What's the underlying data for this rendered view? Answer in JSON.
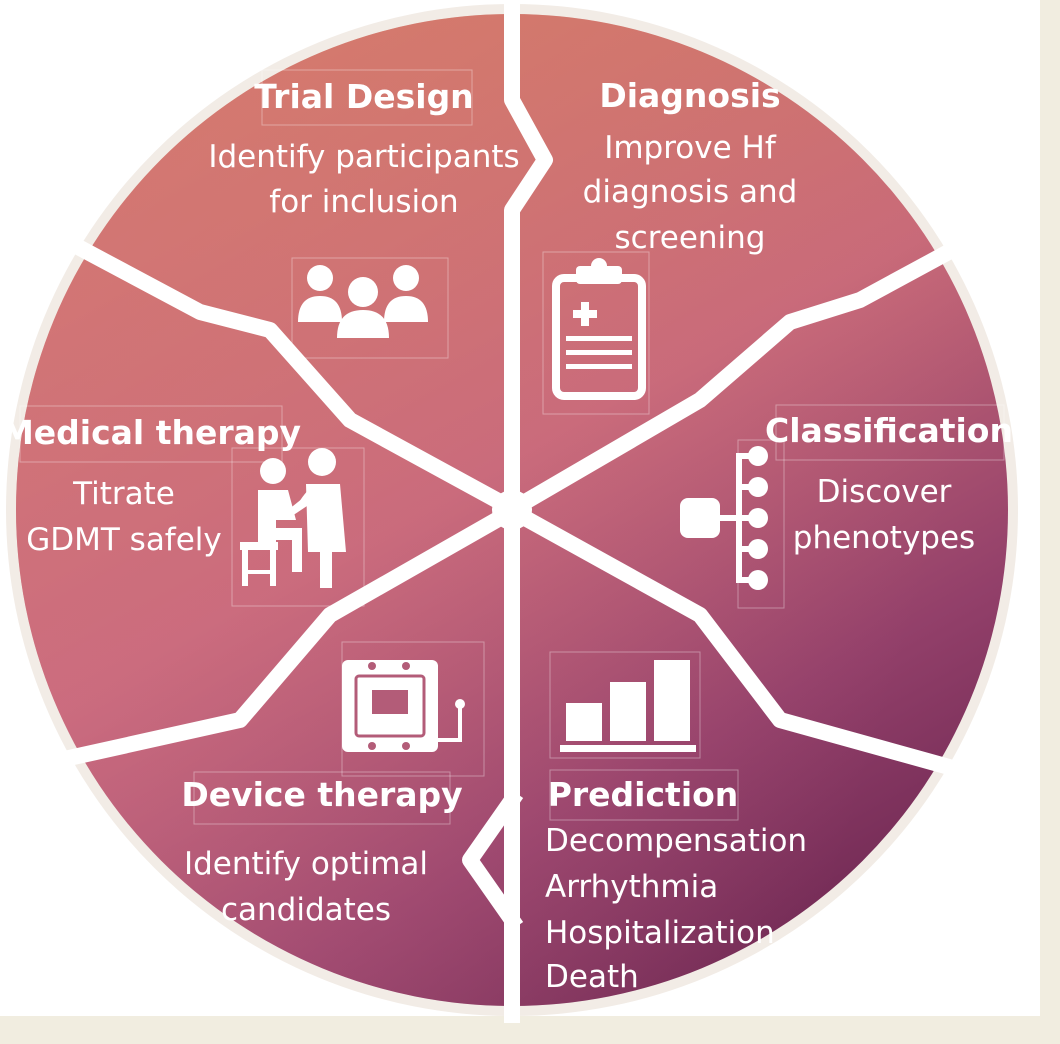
{
  "colors": {
    "orange": "#d47a58",
    "rose": "#c86a78",
    "plum": "#8a3560",
    "deep": "#6a2550",
    "side_panel": "#f1ede0",
    "bottom_strip": "#f1ede0"
  },
  "segments": [
    {
      "id": "trial-design",
      "title": "Trial Design",
      "lines": [
        "Identify participants",
        "for inclusion"
      ],
      "icon": "people-group-icon"
    },
    {
      "id": "diagnosis",
      "title": "Diagnosis",
      "lines": [
        "Improve Hf",
        "diagnosis and",
        "screening"
      ],
      "icon": "clipboard-medical-icon"
    },
    {
      "id": "classification",
      "title": "Classification",
      "lines": [
        "Discover",
        "phenotypes"
      ],
      "icon": "tree-nodes-icon"
    },
    {
      "id": "prediction",
      "title": "Prediction",
      "lines": [
        "Decompensation",
        "Arrhythmia",
        "Hospitalization",
        "Death"
      ],
      "icon": "bar-chart-icon"
    },
    {
      "id": "device-therapy",
      "title": "Device therapy",
      "lines": [
        "Identify optimal",
        "candidates"
      ],
      "icon": "defibrillator-icon"
    },
    {
      "id": "medical-therapy",
      "title": "Medical therapy",
      "lines": [
        "Titrate",
        "GDMT safely"
      ],
      "icon": "doctor-patient-icon"
    }
  ]
}
